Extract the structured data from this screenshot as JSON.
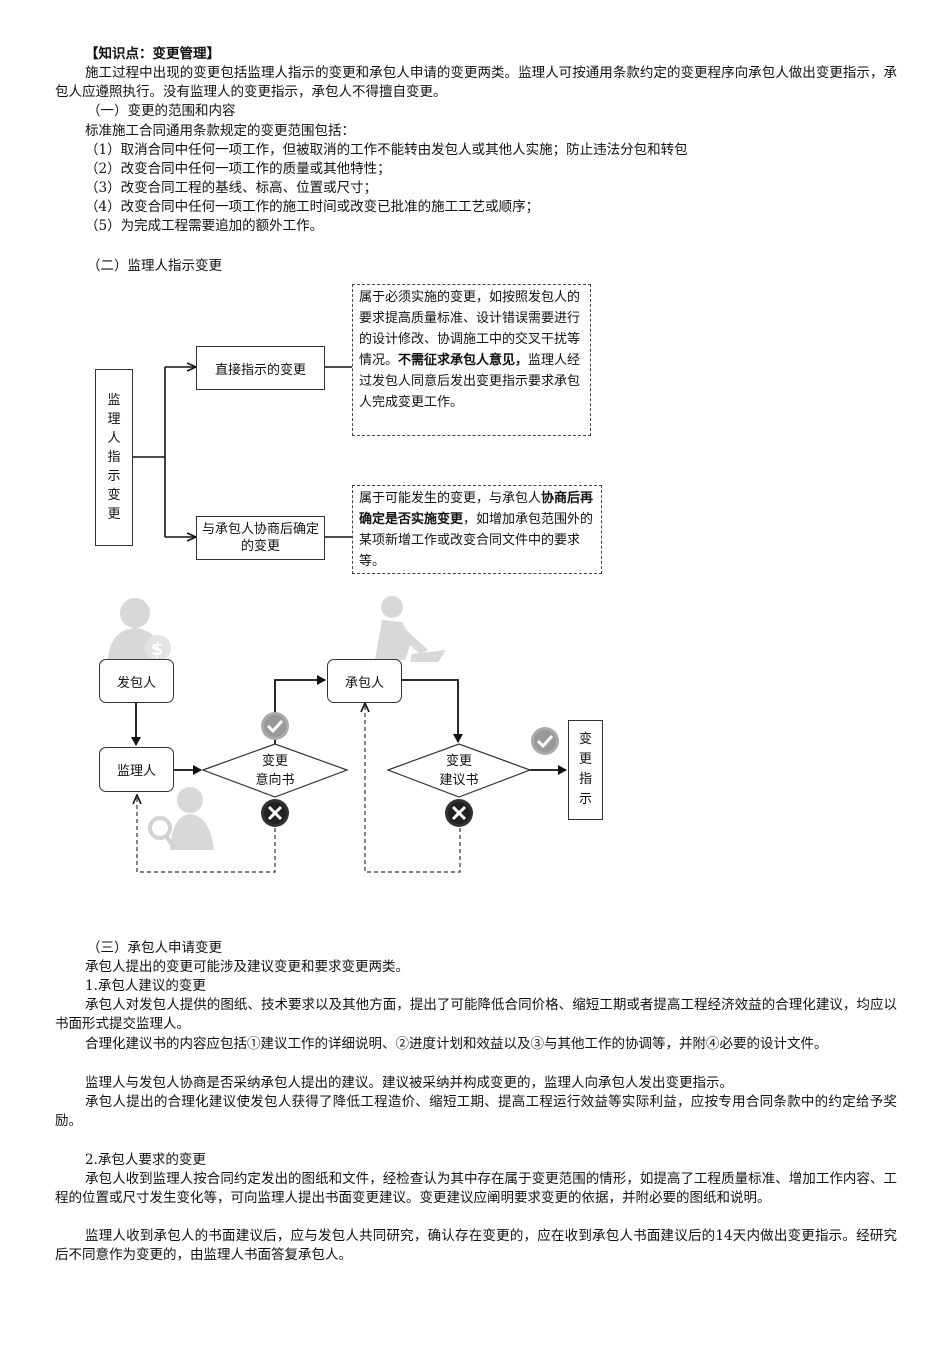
{
  "title": "【知识点：变更管理】",
  "intro": "施工过程中出现的变更包括监理人指示的变更和承包人申请的变更两类。监理人可按通用条款约定的变更程序向承包人做出变更指示，承包人应遵照执行。没有监理人的变更指示，承包人不得擅自变更。",
  "sec1": {
    "heading": "（一）变更的范围和内容",
    "lead": "标准施工合同通用条款规定的变更范围包括：",
    "items": [
      "（1）取消合同中任何一项工作，但被取消的工作不能转由发包人或其他人实施；防止违法分包和转包",
      "（2）改变合同中任何一项工作的质量或其他特性；",
      "（3）改变合同工程的基线、标高、位置或尺寸；",
      "（4）改变合同中任何一项工作的施工时间或改变已批准的施工工艺或顺序；",
      "（5）为完成工程需要追加的额外工作。"
    ]
  },
  "sec2": {
    "heading": "（二）监理人指示变更",
    "diagram1": {
      "root_chars": [
        "监",
        "理",
        "人",
        "指",
        "示",
        "变",
        "更"
      ],
      "branch1": "直接指示的变更",
      "branch2_line1": "与承包人协商后确定",
      "branch2_line2": "的变更",
      "note1_a": "属于必须实施的变更，如按照发包人的要求提高质量标准、设计错误需要进行的设计修改、协调施工中的交叉干扰等情况。",
      "note1_bold": "不需征求承包人意见，",
      "note1_b": "监理人经过发包人同意后发出变更指示要求承包人完成变更工作。",
      "note2_a": "属于可能发生的变更，与承包人",
      "note2_bold": "协商后再确定是否实施变更",
      "note2_b": "，如增加承包范围外的某项新增工作或改变合同文件中的要求等。"
    },
    "diagram2": {
      "employer": "发包人",
      "supervisor": "监理人",
      "contractor": "承包人",
      "intent_line1": "变更",
      "intent_line2": "意向书",
      "proposal_line1": "变更",
      "proposal_line2": "建议书",
      "result_chars": [
        "变",
        "更",
        "指",
        "示"
      ],
      "icons": [
        "person-money-icon",
        "person-digging-icon",
        "person-magnifier-icon",
        "check-icon",
        "cross-icon"
      ]
    }
  },
  "sec3": {
    "heading": "（三）承包人申请变更",
    "lead": "承包人提出的变更可能涉及建议变更和要求变更两类。",
    "sub1": "1.承包人建议的变更",
    "p1": "承包人对发包人提供的图纸、技术要求以及其他方面，提出了可能降低合同价格、缩短工期或者提高工程经济效益的合理化建议，均应以书面形式提交监理人。",
    "p2": "合理化建议书的内容应包括①建议工作的详细说明、②进度计划和效益以及③与其他工作的协调等，并附④必要的设计文件。",
    "p3": "监理人与发包人协商是否采纳承包人提出的建议。建议被采纳并构成变更的，监理人向承包人发出变更指示。",
    "p4": "承包人提出的合理化建议使发包人获得了降低工程造价、缩短工期、提高工程运行效益等实际利益，应按专用合同条款中的约定给予奖励。",
    "sub2": "2.承包人要求的变更",
    "p5": "承包人收到监理人按合同约定发出的图纸和文件，经检查认为其中存在属于变更范围的情形，如提高了工程质量标准、增加工作内容、工程的位置或尺寸发生变化等，可向监理人提出书面变更建议。变更建议应阐明要求变更的依据，并附必要的图纸和说明。",
    "p6": "监理人收到承包人的书面建议后，应与发包人共同研究，确认存在变更的，应在收到承包人书面建议后的14天内做出变更指示。经研究后不同意作为变更的，由监理人书面答复承包人。"
  }
}
